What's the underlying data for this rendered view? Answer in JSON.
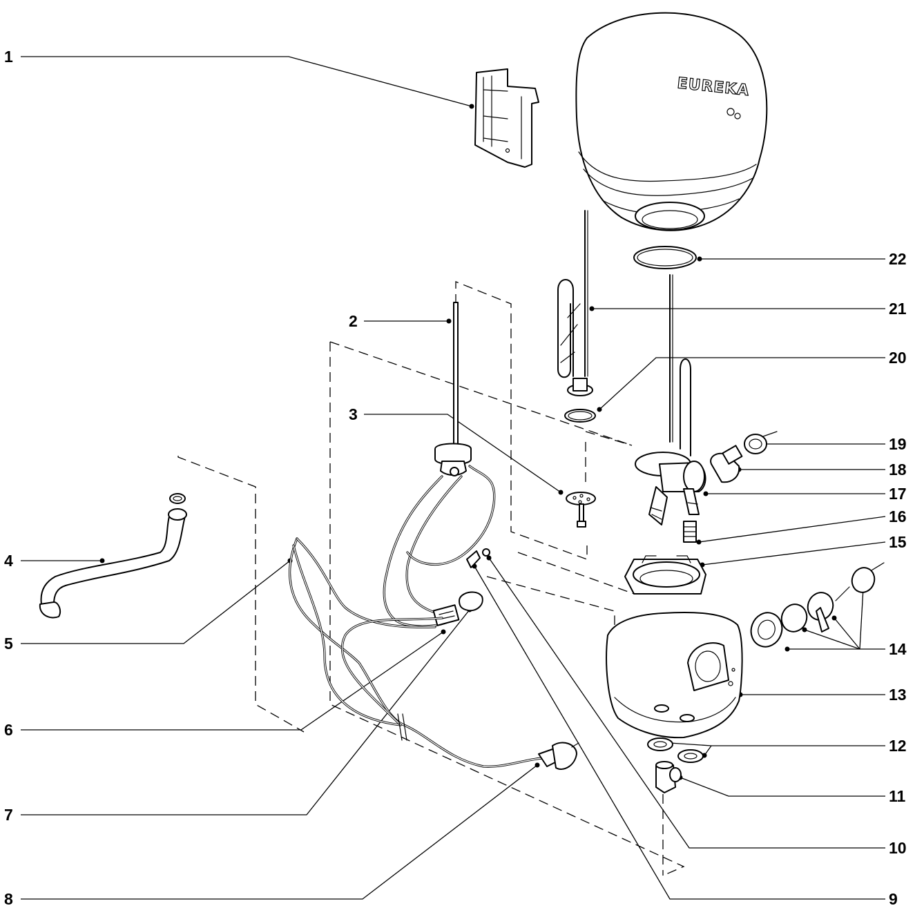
{
  "brand_logo": "EUREKA",
  "callouts": [
    {
      "id": "1",
      "label": "1"
    },
    {
      "id": "2",
      "label": "2"
    },
    {
      "id": "3",
      "label": "3"
    },
    {
      "id": "4",
      "label": "4"
    },
    {
      "id": "5",
      "label": "5"
    },
    {
      "id": "6",
      "label": "6"
    },
    {
      "id": "7",
      "label": "7"
    },
    {
      "id": "8",
      "label": "8"
    },
    {
      "id": "9",
      "label": "9"
    },
    {
      "id": "10",
      "label": "10"
    },
    {
      "id": "11",
      "label": "11"
    },
    {
      "id": "12",
      "label": "12"
    },
    {
      "id": "13",
      "label": "13"
    },
    {
      "id": "14",
      "label": "14"
    },
    {
      "id": "15",
      "label": "15"
    },
    {
      "id": "16",
      "label": "16"
    },
    {
      "id": "17",
      "label": "17"
    },
    {
      "id": "18",
      "label": "18"
    },
    {
      "id": "19",
      "label": "19"
    },
    {
      "id": "20",
      "label": "20"
    },
    {
      "id": "21",
      "label": "21"
    },
    {
      "id": "22",
      "label": "22"
    }
  ]
}
